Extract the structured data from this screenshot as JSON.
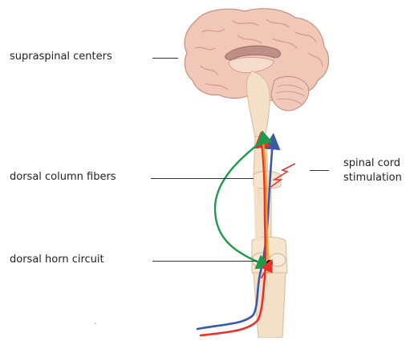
{
  "labels": {
    "supraspinal": "supraspinal centers",
    "dorsal_column": "dorsal column fibers",
    "dorsal_horn": "dorsal horn circuit",
    "scs_line1": "spinal cord",
    "scs_line2": "stimulation"
  },
  "colors": {
    "brain_fill": "#f1c7b8",
    "brain_outline": "#c88f80",
    "cord_fill": "#f3e0c7",
    "cord_outline": "#d8b999",
    "red_path": "#e8302b",
    "blue_path": "#3a5aa5",
    "orange_path": "#f29a2e",
    "green_path": "#1f9a4a",
    "bolt": "#d23b3b"
  }
}
